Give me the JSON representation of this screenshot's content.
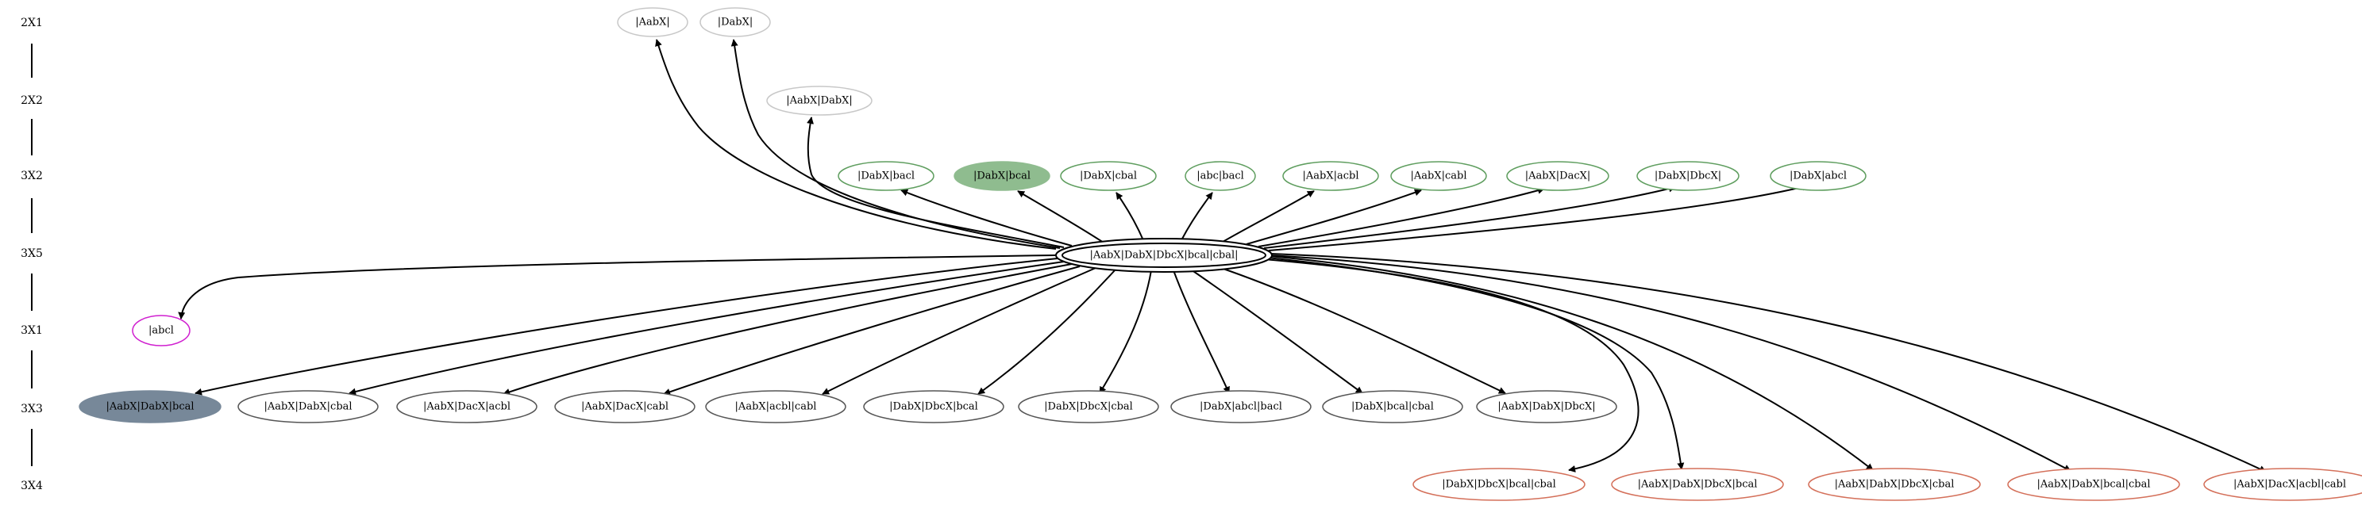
{
  "ranks": [
    {
      "id": "r2x1",
      "label": "2X1"
    },
    {
      "id": "r2x2",
      "label": "2X2"
    },
    {
      "id": "r3x2",
      "label": "3X2"
    },
    {
      "id": "r3x5",
      "label": "3X5"
    },
    {
      "id": "r3x1",
      "label": "3X1"
    },
    {
      "id": "r3x3",
      "label": "3X3"
    },
    {
      "id": "r3x4",
      "label": "3X4"
    }
  ],
  "colors": {
    "edge": "#000000",
    "gray_outline": "#c8c8c8",
    "green_outline": "#5f9e5f",
    "green_fill": "#8fbc8f",
    "magenta_outline": "#d020d0",
    "slate_fill": "#778899",
    "orange_outline": "#d4705a",
    "black_outline": "#000000"
  },
  "center": {
    "id": "c",
    "label": "|AabX|DabX|DbcX|bcal|cbal|"
  },
  "nodes": [
    {
      "id": "n1",
      "label": "|AabX|",
      "rank": "r2x1",
      "style": "gray"
    },
    {
      "id": "n2",
      "label": "|DabX|",
      "rank": "r2x1",
      "style": "gray"
    },
    {
      "id": "n3",
      "label": "|AabX|DabX|",
      "rank": "r2x2",
      "style": "gray"
    },
    {
      "id": "n4",
      "label": "|DabX|bacl",
      "rank": "r3x2",
      "style": "green"
    },
    {
      "id": "n5",
      "label": "|DabX|bcal",
      "rank": "r3x2",
      "style": "green-filled"
    },
    {
      "id": "n6",
      "label": "|DabX|cbal",
      "rank": "r3x2",
      "style": "green"
    },
    {
      "id": "n7",
      "label": "|abc|bacl",
      "rank": "r3x2",
      "style": "green"
    },
    {
      "id": "n8",
      "label": "|AabX|acbl",
      "rank": "r3x2",
      "style": "green"
    },
    {
      "id": "n9",
      "label": "|AabX|cabl",
      "rank": "r3x2",
      "style": "green"
    },
    {
      "id": "n10",
      "label": "|AabX|DacX|",
      "rank": "r3x2",
      "style": "green"
    },
    {
      "id": "n11",
      "label": "|DabX|DbcX|",
      "rank": "r3x2",
      "style": "green"
    },
    {
      "id": "n12",
      "label": "|DabX|abcl",
      "rank": "r3x2",
      "style": "green"
    },
    {
      "id": "n13",
      "label": "|abcl",
      "rank": "r3x1",
      "style": "magenta"
    },
    {
      "id": "n14",
      "label": "|AabX|DabX|bcal",
      "rank": "r3x3",
      "style": "slate-filled"
    },
    {
      "id": "n15",
      "label": "|AabX|DabX|cbal",
      "rank": "r3x3",
      "style": "black"
    },
    {
      "id": "n16",
      "label": "|AabX|DacX|acbl",
      "rank": "r3x3",
      "style": "black"
    },
    {
      "id": "n17",
      "label": "|AabX|DacX|cabl",
      "rank": "r3x3",
      "style": "black"
    },
    {
      "id": "n18",
      "label": "|AabX|acbl|cabl",
      "rank": "r3x3",
      "style": "black"
    },
    {
      "id": "n19",
      "label": "|DabX|DbcX|bcal",
      "rank": "r3x3",
      "style": "black"
    },
    {
      "id": "n20",
      "label": "|DabX|DbcX|cbal",
      "rank": "r3x3",
      "style": "black"
    },
    {
      "id": "n21",
      "label": "|DabX|abcl|bacl",
      "rank": "r3x3",
      "style": "black"
    },
    {
      "id": "n22",
      "label": "|DabX|bcal|cbal",
      "rank": "r3x3",
      "style": "black"
    },
    {
      "id": "n23",
      "label": "|AabX|DabX|DbcX|",
      "rank": "r3x3",
      "style": "black"
    },
    {
      "id": "n24",
      "label": "|DabX|DbcX|bcal|cbal",
      "rank": "r3x4",
      "style": "orange"
    },
    {
      "id": "n25",
      "label": "|AabX|DabX|DbcX|bcal",
      "rank": "r3x4",
      "style": "orange"
    },
    {
      "id": "n26",
      "label": "|AabX|DabX|DbcX|cbal",
      "rank": "r3x4",
      "style": "orange"
    },
    {
      "id": "n27",
      "label": "|AabX|DabX|bcal|cbal",
      "rank": "r3x4",
      "style": "orange"
    },
    {
      "id": "n28",
      "label": "|AabX|DacX|acbl|cabl",
      "rank": "r3x4",
      "style": "orange"
    }
  ]
}
